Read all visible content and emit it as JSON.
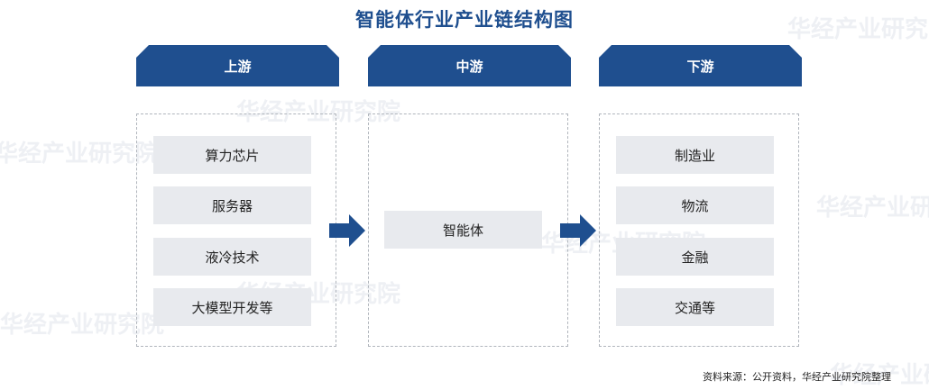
{
  "title": "智能体行业产业链结构图",
  "watermark": "华经产业研究院",
  "columns": [
    {
      "header": "上游",
      "items": [
        "算力芯片",
        "服务器",
        "液冷技术",
        "大模型开发等"
      ]
    },
    {
      "header": "中游",
      "items": [
        "智能体"
      ]
    },
    {
      "header": "下游",
      "items": [
        "制造业",
        "物流",
        "金融",
        "交通等"
      ]
    }
  ],
  "source": "资料来源：公开资料，华经产业研究院整理",
  "colors": {
    "primary": "#1f4f8f",
    "item_bg": "#e8eaee",
    "dash": "#b0b5bc"
  },
  "icons": {
    "arrow": "right-arrow-icon"
  }
}
